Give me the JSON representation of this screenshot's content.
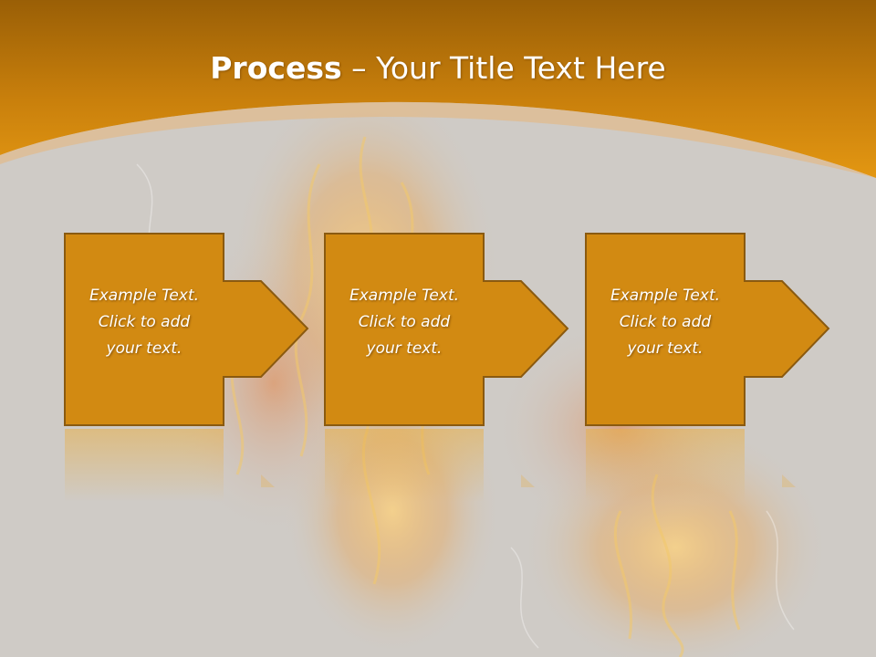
{
  "slide": {
    "title_bold": "Process",
    "title_rest": " – Your Title Text Here",
    "steps": [
      {
        "text": "Example Text.\nClick  to add\nyour text."
      },
      {
        "text": "Example Text.\nClick  to add\nyour text."
      },
      {
        "text": "Example Text.\nClick  to add\nyour text."
      }
    ]
  },
  "colors": {
    "banner_top": "#9a5f06",
    "banner_bottom": "#e39712",
    "box_fill": "#d28a12",
    "box_border": "#8a5a10",
    "background": "#cfcbc6"
  }
}
